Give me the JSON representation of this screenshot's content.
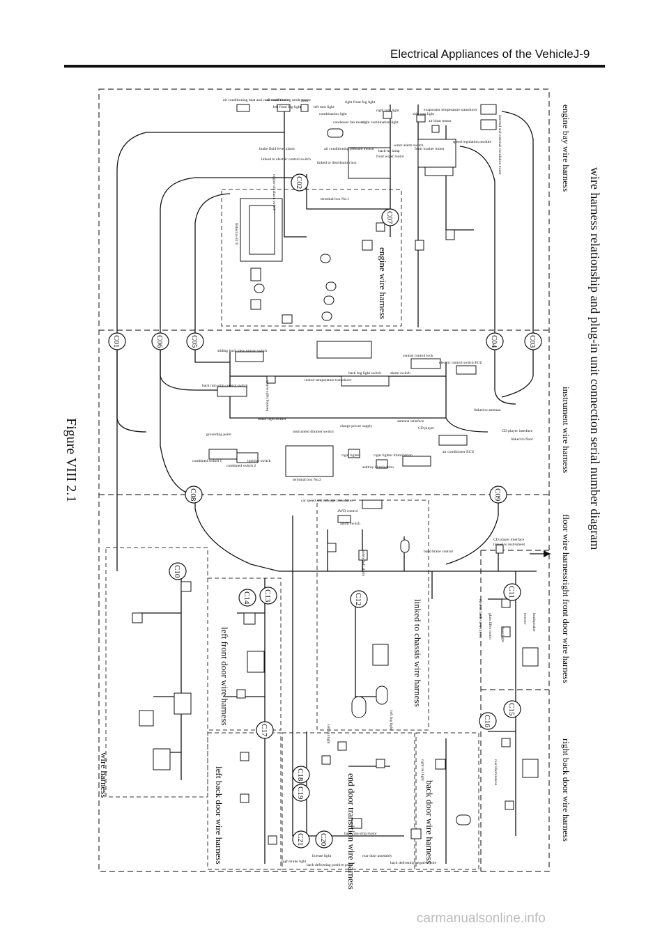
{
  "header": {
    "title": "Electrical Appliances of the VehicleJ-9"
  },
  "watermark": "carmanualsonline.info",
  "figure": {
    "main_title": "wire harness relationship and plug-in unit connection serial number diagram",
    "caption": "Figure VIII  2.1"
  },
  "harness_sections": [
    "engine bay wire harness",
    "instrument wire harness",
    "floor wire harness",
    "right front door wire harness",
    "right back door wire harness"
  ],
  "inner_harness_labels": {
    "engine": "engine wire harness",
    "chassis": "linked to chassis wire harness",
    "left_front": "left front door wire harness",
    "left_back": "left back door wire harness",
    "end_door": "end door transition wire harness",
    "back_door": "back door wire harness",
    "left_wire": "wire harness"
  },
  "connectors": [
    "C01",
    "C02",
    "C03",
    "C04",
    "C05",
    "C06",
    "C07",
    "C08",
    "C09",
    "C10",
    "C11",
    "C12",
    "C13",
    "C14",
    "C15",
    "C16",
    "C17",
    "C18",
    "C19",
    "C20",
    "C21"
  ],
  "component_labels": {
    "engine_bay": [
      "air conditioning heat and cool mode motor",
      "air conditioning mode motor",
      "horn",
      "left front fog light",
      "left turn light",
      "combination light",
      "right front fog light",
      "right turn light",
      "side turn light",
      "right combination light",
      "evaporator temperature transducer",
      "internal and external circulation motor",
      "air blast motor",
      "condenser fan motor",
      "air conditioning pressure switch",
      "speed regulation module",
      "back-up lamp",
      "front wiper motor",
      "water alarm switch",
      "front washer motor",
      "linked to distribution box",
      "terminal box No.1",
      "linked to ECU",
      "engine oil alarm switch",
      "linked to electric control switch",
      "brake fluid level alarm"
    ],
    "instrument": [
      "sliding back view mirror switch",
      "central control lock",
      "electric control switch ECU",
      "back rain strip control switch",
      "back fog light switch",
      "alarm switch",
      "indoor temperature transducer",
      "heating light switch",
      "brake light switch",
      "linked to antenna",
      "grounding point",
      "charge power supply",
      "antenna interface",
      "CD player",
      "CD player interface",
      "linked to floor",
      "instrument dimmer switch",
      "cigar lighter",
      "cigar lighter illumination",
      "ashtray illumination",
      "air conditioner ECU",
      "combined switch 1",
      "combined switch 2",
      "ignition switch",
      "terminal box No.2"
    ],
    "floor": [
      "car speed and mileage transducer",
      "4WD control",
      "alarm switch",
      "safety belt alarm",
      "hand brake control",
      "CD player interface",
      "linked to instrument"
    ],
    "doors": [
      "loudspeaker",
      "glass lifter motor",
      "door light",
      "electric back view mirror",
      "rear illumination",
      "tweeter"
    ],
    "rear": [
      "license light",
      "back defrosting positive pole",
      "back defrosting negative pole",
      "high brake light",
      "back rain strip motor",
      "rear door assembly",
      "left fog light",
      "right tail light",
      "left tail light"
    ]
  },
  "colors": {
    "line": "#111111",
    "dashed": "#333333",
    "watermark": "#bdbdbd"
  }
}
